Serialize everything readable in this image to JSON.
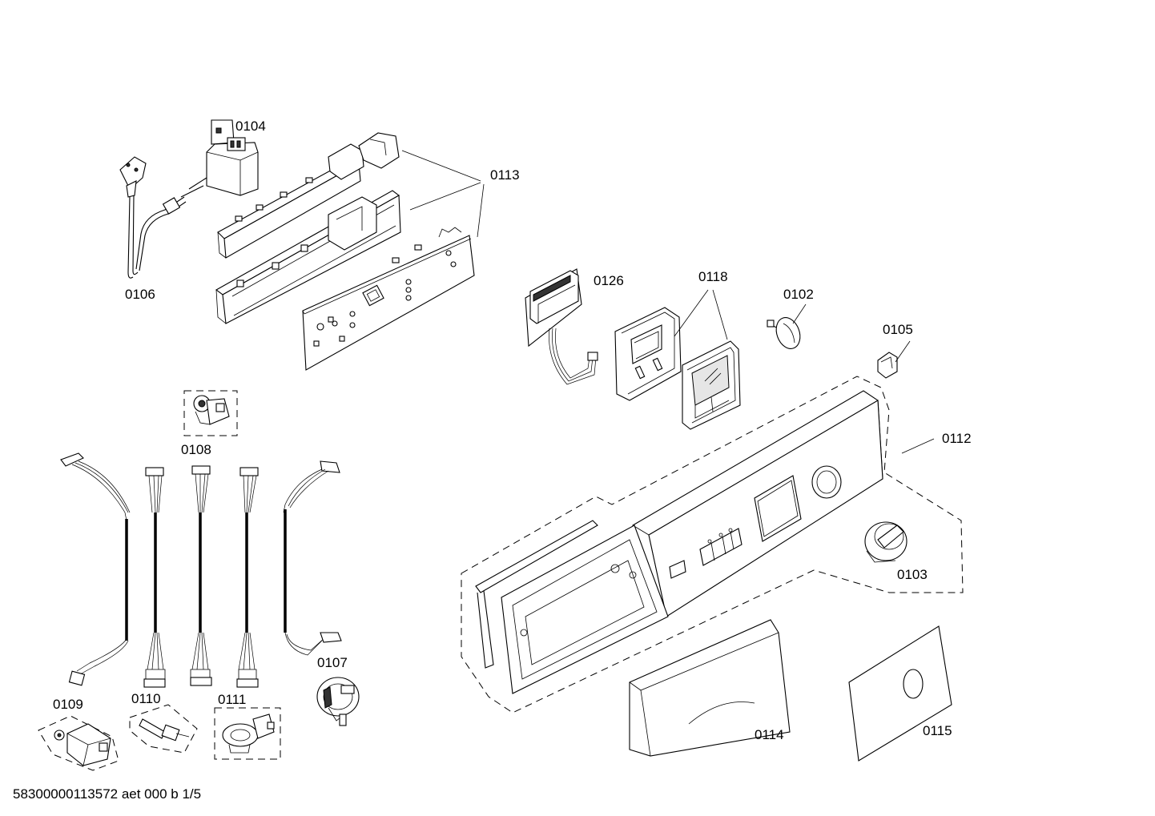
{
  "parts": {
    "p0104": "0104",
    "p0113": "0113",
    "p0106": "0106",
    "p0126": "0126",
    "p0118": "0118",
    "p0102": "0102",
    "p0105": "0105",
    "p0108": "0108",
    "p0112": "0112",
    "p0103": "0103",
    "p0107": "0107",
    "p0109": "0109",
    "p0110": "0110",
    "p0111": "0111",
    "p0114": "0114",
    "p0115": "0115"
  },
  "footer": "58300000113572 aet 000 b 1/5"
}
